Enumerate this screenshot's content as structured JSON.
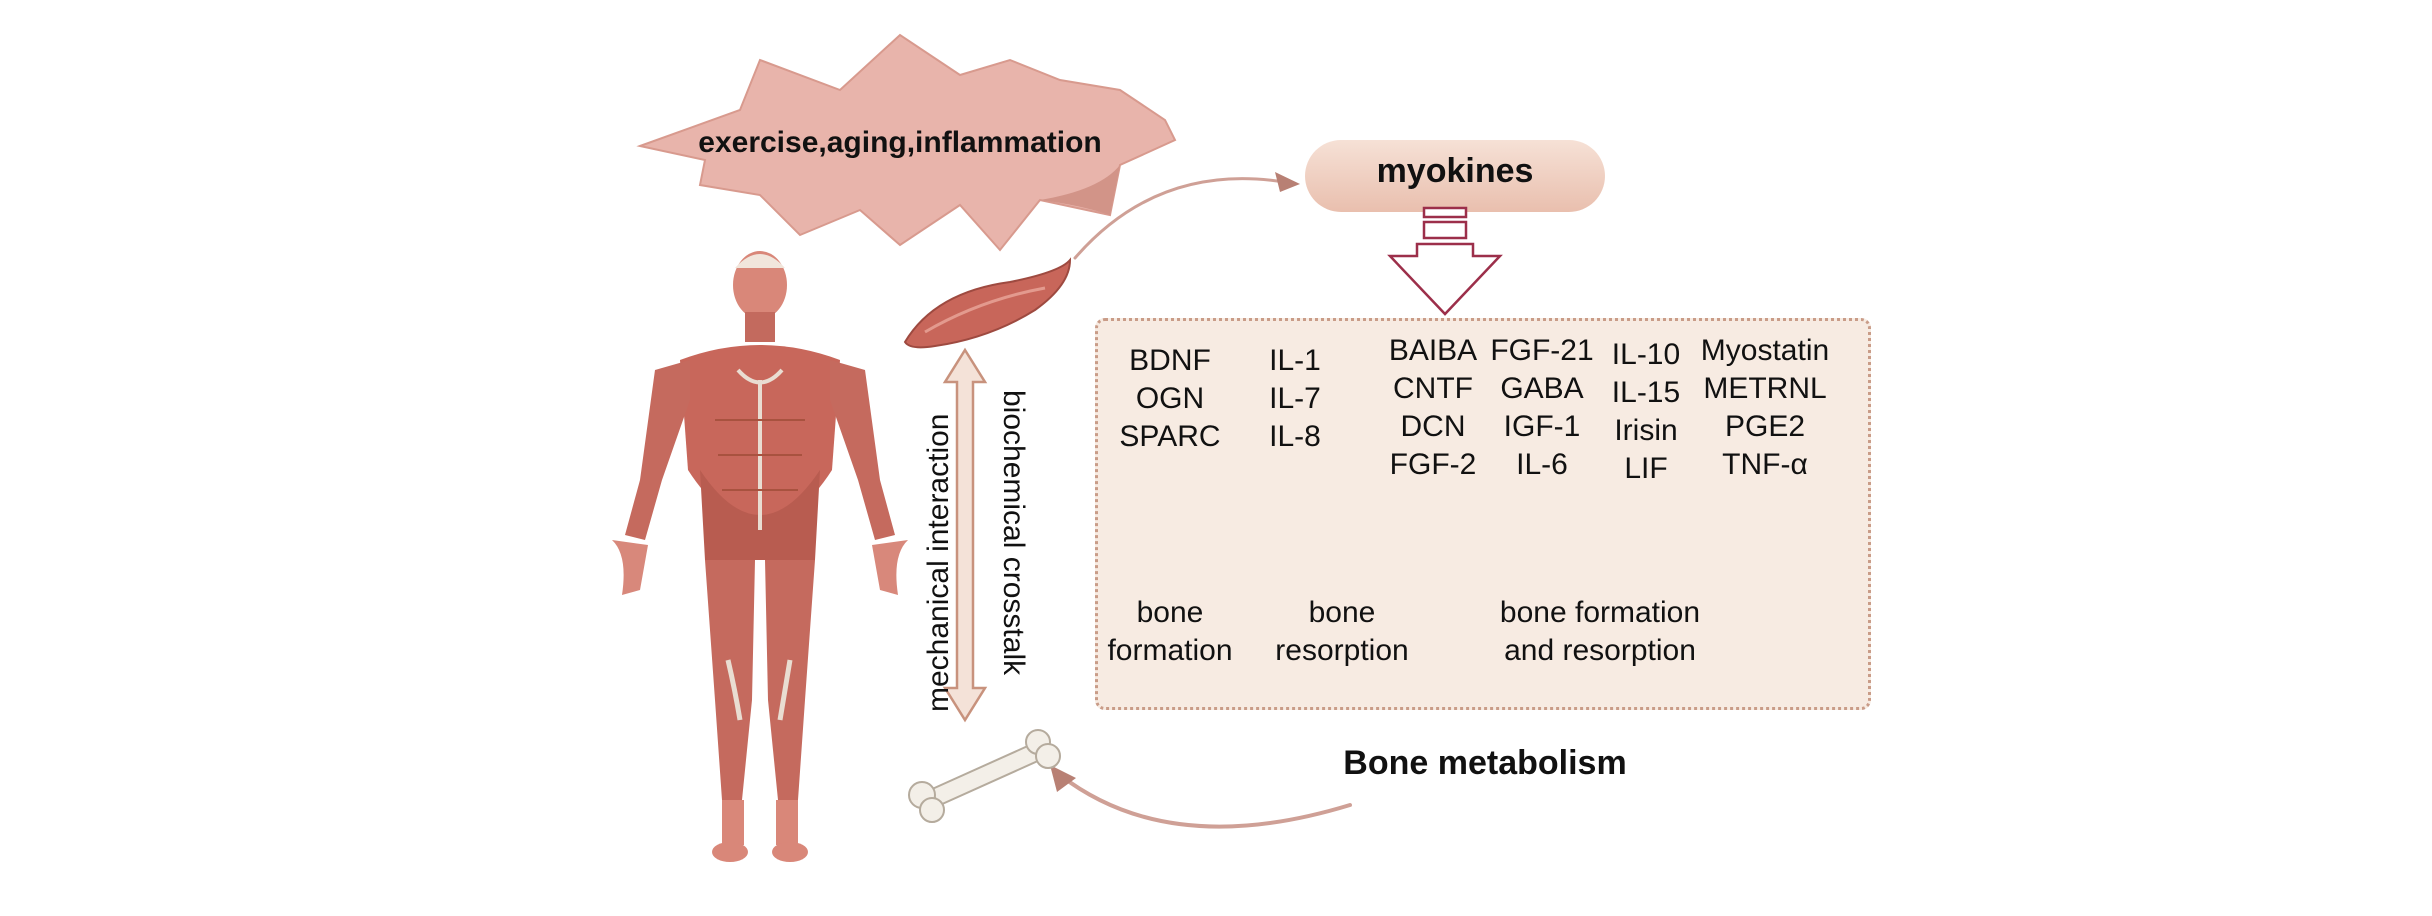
{
  "triggers_label": "exercise,aging,inflammation",
  "myokines_label": "myokines",
  "axis_labels": {
    "mechanical": "mechanical interaction",
    "biochemical": "biochemical crosstalk"
  },
  "groups": [
    {
      "items": [
        "BDNF",
        "OGN",
        "SPARC"
      ]
    },
    {
      "items": [
        "IL-1",
        "IL-7",
        "IL-8"
      ]
    },
    {
      "items": [
        "BAIBA",
        "CNTF",
        "DCN",
        "FGF-2"
      ]
    },
    {
      "items": [
        "FGF-21",
        "GABA",
        "IGF-1",
        "IL-6"
      ]
    },
    {
      "items": [
        "IL-10",
        "IL-15",
        "Irisin",
        "LIF"
      ]
    },
    {
      "items": [
        "Myostatin",
        "METRNL",
        "PGE2",
        "TNF-α"
      ]
    }
  ],
  "effects": {
    "formation": [
      "bone",
      "formation"
    ],
    "resorption": [
      "bone",
      "resorption"
    ],
    "both": [
      "bone formation",
      "and resorption"
    ]
  },
  "bone_metabolism_label": "Bone metabolism",
  "colors": {
    "burst_fill": "#e8b4ab",
    "myokines_fill": "#f2d6c8",
    "box_fill": "#f7ebe2",
    "red_arrow": "#e5463a",
    "muscle": "#c8665a",
    "hollow_arrow": "#9c2f4a"
  }
}
